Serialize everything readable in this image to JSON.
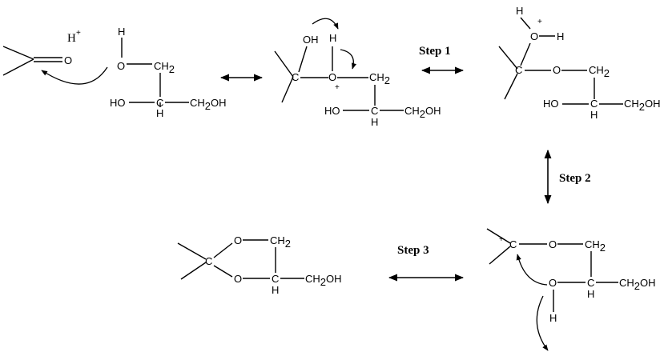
{
  "labels": {
    "h_plus": "H",
    "plus": "+",
    "O": "O",
    "H": "H",
    "C": "C",
    "OH": "OH",
    "HO": "HO",
    "CH": "CH",
    "two": "2",
    "CH2OH_main": "CH",
    "CH2OH_tail": "OH"
  },
  "steps": {
    "step1": "Step 1",
    "step2": "Step 2",
    "step3": "Step 3"
  }
}
